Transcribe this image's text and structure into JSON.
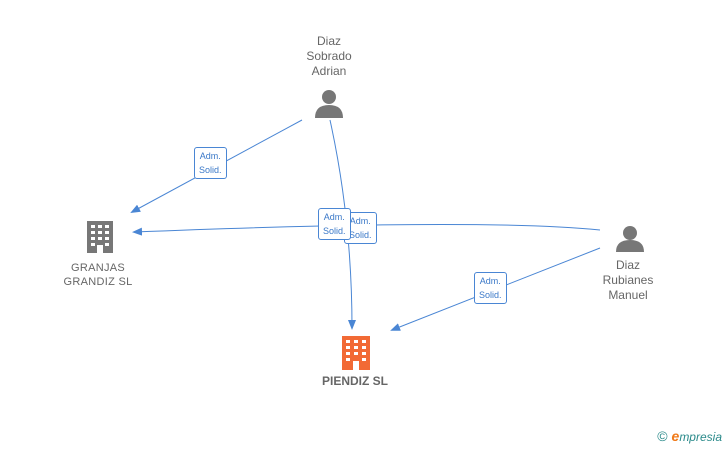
{
  "nodes": {
    "person_top": {
      "name": "Diaz\nSobrado\nAdrian",
      "icon": "person-icon"
    },
    "person_right": {
      "name": "Diaz\nRubianes\nManuel",
      "icon": "person-icon"
    },
    "company_left": {
      "name": "GRANJAS\nGRANDIZ SL",
      "icon": "building-icon"
    },
    "company_main": {
      "name": "PIENDIZ SL",
      "icon": "building-icon",
      "color": "#f26a35"
    }
  },
  "edges": {
    "e1": {
      "label": "Adm.\nSolid."
    },
    "e2": {
      "label": "Adm.\nSolid."
    },
    "e3": {
      "label": "Adm.\nSolid."
    },
    "e4": {
      "label": "Adm.\nSolid."
    }
  },
  "colors": {
    "edge": "#4a86d4",
    "node_gray": "#777777",
    "main_company": "#f26a35"
  },
  "footer": {
    "copyright": "©",
    "brand_initial": "e",
    "brand_rest": "mpresia"
  }
}
